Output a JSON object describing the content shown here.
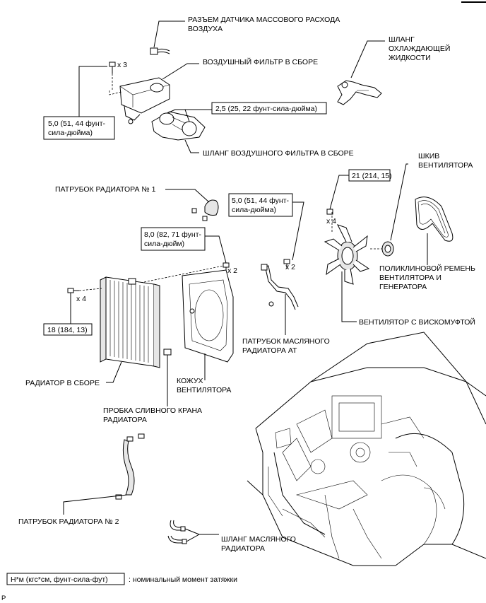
{
  "labels": {
    "maf_connector": [
      "РАЗЪЕМ ДАТЧИКА МАССОВОГО РАСХОДА",
      "ВОЗДУХА"
    ],
    "air_cleaner": "ВОЗДУШНЫЙ ФИЛЬТР В СБОРЕ",
    "coolant_hose": [
      "ШЛАНГ",
      "ОХЛАЖДАЮЩЕЙ",
      "ЖИДКОСТИ"
    ],
    "air_cleaner_hose": "ШЛАНГ ВОЗДУШНОГО ФИЛЬТРА В СБОРЕ",
    "fan_pulley": [
      "ШКИВ",
      "ВЕНТИЛЯТОРА"
    ],
    "radiator_hose_1": "ПАТРУБОК РАДИАТОРА № 1",
    "v_belt": [
      "ПОЛИКЛИНОВОЙ РЕМЕНЬ",
      "ВЕНТИЛЯТОРА И",
      "ГЕНЕРАТОРА"
    ],
    "fan_clutch": "ВЕНТИЛЯТОР С ВИСКОМУФТОЙ",
    "oil_cooler_hose_at": [
      "ПАТРУБОК МАСЛЯНОГО",
      "РАДИАТОРА АТ"
    ],
    "radiator_assy": "РАДИАТОР В СБОРЕ",
    "fan_shroud": [
      "КОЖУХ",
      "ВЕНТИЛЯТОРА"
    ],
    "drain_plug": [
      "ПРОБКА СЛИВНОГО КРАНА",
      "РАДИАТОРА"
    ],
    "radiator_hose_2": "ПАТРУБОК РАДИАТОРА № 2",
    "oil_cooler_hose": [
      "ШЛАНГ МАСЛЯНОГО",
      "РАДИАТОРА"
    ]
  },
  "torques": {
    "air_cleaner_bolt": [
      "5,0 (51, 44 фунт-",
      "сила-дюйма)"
    ],
    "hose_clamp": "2,5 (25, 22 фунт-сила-дюйма)",
    "fan_nut": "21 (214, 15)",
    "oil_cooler_bolt": [
      "5,0 (51, 44 фунт-",
      "сила-дюйма)"
    ],
    "shroud_bolt": [
      "8,0 (82, 71 фунт-",
      "сила-дюйм)"
    ],
    "radiator_bolt": "18 (184, 13)"
  },
  "quantities": {
    "x3": "x 3",
    "x4_fan": "x 4",
    "x2_shroud": "x 2",
    "x2_oil": "x 2",
    "x4_rad": "x 4"
  },
  "legend": {
    "unit_box": "Н*м (кгс*см, фунт-сила-фут)",
    "description": ": номинальный момент затяжки"
  },
  "corner_mark": "P"
}
